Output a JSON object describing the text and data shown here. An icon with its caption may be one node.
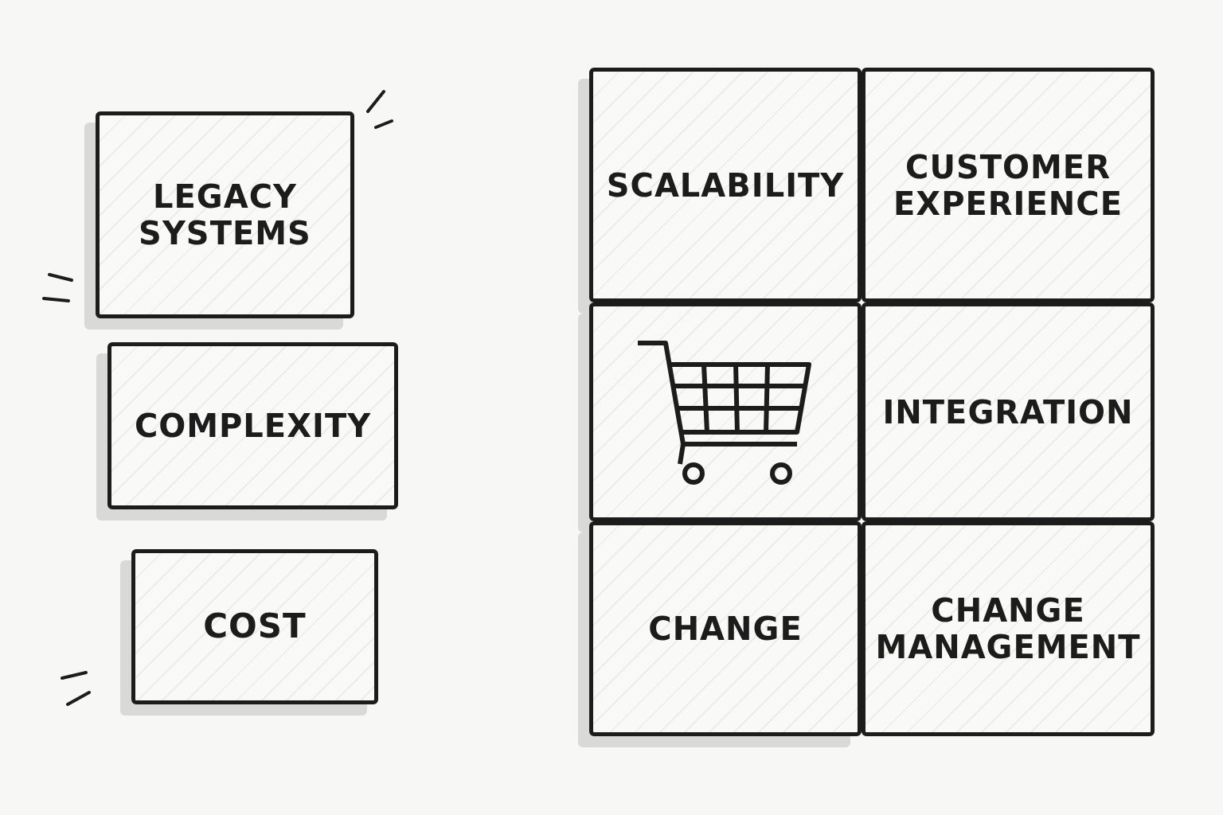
{
  "diagram": {
    "nodes": [
      {
        "text": [
          "LEGACY SYSTEMS"
        ]
      },
      {
        "text": [
          "COMPLEXITY"
        ]
      },
      {
        "text": [
          "COST"
        ]
      },
      {
        "text": [
          "SCALABILITY"
        ]
      },
      {
        "text": [
          "CUSTOMER EXPERIENCE"
        ]
      },
      {
        "text": [],
        "shape": "picture"
      },
      {
        "text": [
          "INTEGRATION"
        ]
      },
      {
        "text": [
          "CHANGE"
        ]
      },
      {
        "text": [
          "CHANGE MANAGEMENT"
        ]
      }
    ]
  }
}
